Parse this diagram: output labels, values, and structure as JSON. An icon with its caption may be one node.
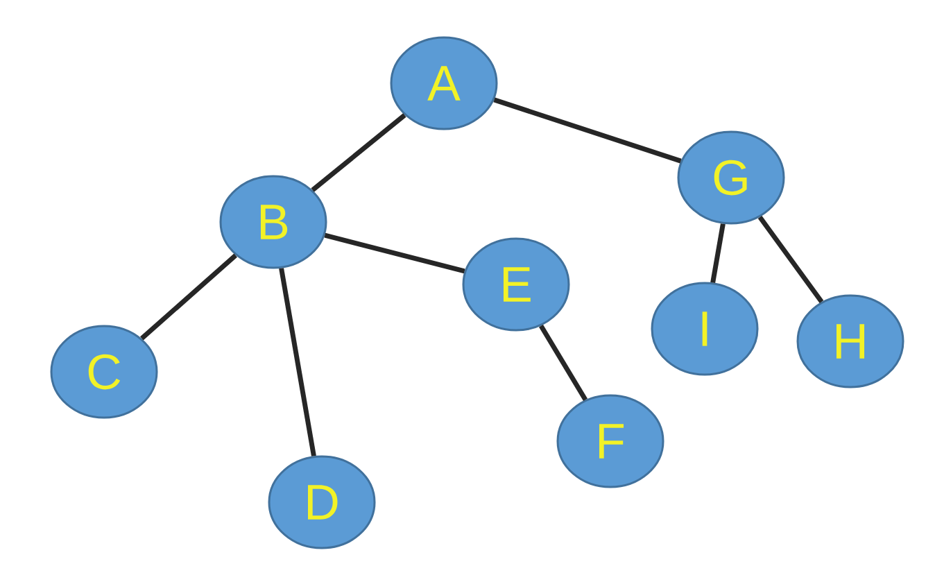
{
  "diagram": {
    "nodes": [
      {
        "text": [
          "A"
        ]
      },
      {
        "text": [
          "B"
        ]
      },
      {
        "text": [
          "C"
        ]
      },
      {
        "text": [
          "D"
        ]
      },
      {
        "text": [
          "E"
        ]
      },
      {
        "text": [
          "F"
        ]
      },
      {
        "text": [
          "G"
        ]
      },
      {
        "text": [
          "I"
        ]
      },
      {
        "text": [
          "H"
        ]
      }
    ],
    "edges": [
      {
        "from": 0,
        "to": 1,
        "arrow": "none"
      },
      {
        "from": 0,
        "to": 6,
        "arrow": "none"
      },
      {
        "from": 1,
        "to": 2,
        "arrow": "none"
      },
      {
        "from": 1,
        "to": 3,
        "arrow": "none"
      },
      {
        "from": 1,
        "to": 4,
        "arrow": "none"
      },
      {
        "from": 4,
        "to": 5,
        "arrow": "none"
      },
      {
        "from": 6,
        "to": 7,
        "arrow": "none"
      },
      {
        "from": 6,
        "to": 8,
        "arrow": "none"
      }
    ]
  }
}
